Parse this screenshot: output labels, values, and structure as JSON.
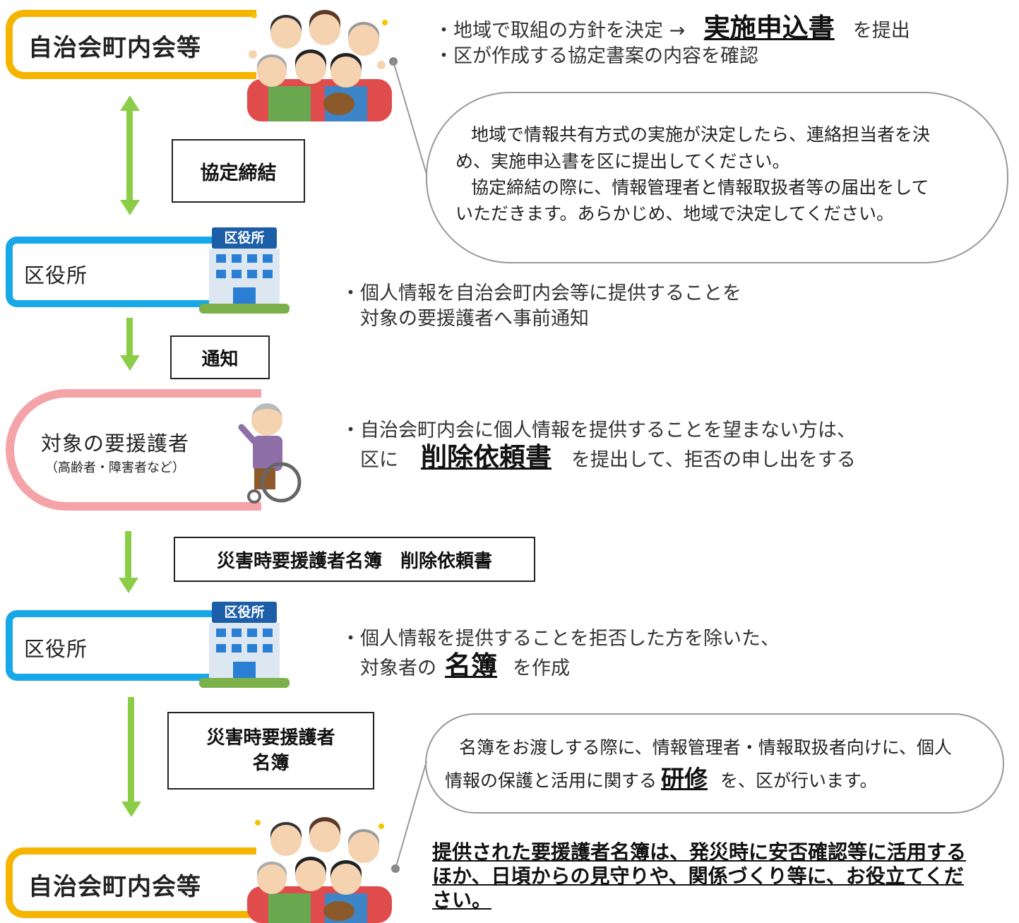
{
  "stages": {
    "community_top": "自治会町内会等",
    "ward_office_1": "区役所",
    "target_person": "対象の要援護者",
    "target_person_sub": "（高齢者・障害者など）",
    "ward_office_2": "区役所",
    "community_bottom": "自治会町内会等"
  },
  "doc_labels": {
    "agreement": "協定締結",
    "notice": "通知",
    "deletion_request": "災害時要援護者名簿　削除依頼書",
    "roster_line1": "災害時要援護者",
    "roster_line2": "名簿"
  },
  "illustrations": {
    "building_sign": "区役所"
  },
  "notes": {
    "top_line1_a": "・地域で取組の方針を決定 → ",
    "top_line1_b": "実施申込書",
    "top_line1_c": "を提出",
    "top_line2": "・区が作成する協定書案の内容を確認",
    "ward1_line1": "・個人情報を自治会町内会等に提供することを",
    "ward1_line2": "対象の要援護者へ事前通知",
    "target_line1": "・自治会町内会に個人情報を提供することを望まない方は、",
    "target_line2_a": "区に",
    "target_line2_b": "削除依頼書",
    "target_line2_c": "を提出して、拒否の申し出をする",
    "ward2_line1": "・個人情報を提供することを拒否した方を除いた、",
    "ward2_line2_a": "対象者の",
    "ward2_line2_b": "名簿",
    "ward2_line2_c": "を作成"
  },
  "bubbles": {
    "top_line1": "地域で情報共有方式の実施が決定したら、連絡担当者を決",
    "top_line2": "め、実施申込書を区に提出してください。",
    "top_line3": "協定締結の際に、情報管理者と情報取扱者等の届出をして",
    "top_line4": "いただきます。あらかじめ、地域で決定してください。",
    "bottom_line1": "名簿をお渡しする際に、情報管理者・情報取扱者向けに、個人",
    "bottom_line2_a": "情報の保護と活用に関する",
    "bottom_line2_b": "研修",
    "bottom_line2_c": "を、区が行います。"
  },
  "closing": {
    "line1": "提供された要援護者名簿は、発災時に安否確認等に活用する",
    "line2": "ほか、日頃からの見守りや、関係づくり等に、お役立てくだ",
    "line3": "さい。"
  },
  "colors": {
    "community": "#f5b400",
    "ward": "#18a8e8",
    "target": "#f4a3a8",
    "arrow": "#8ccd48"
  }
}
